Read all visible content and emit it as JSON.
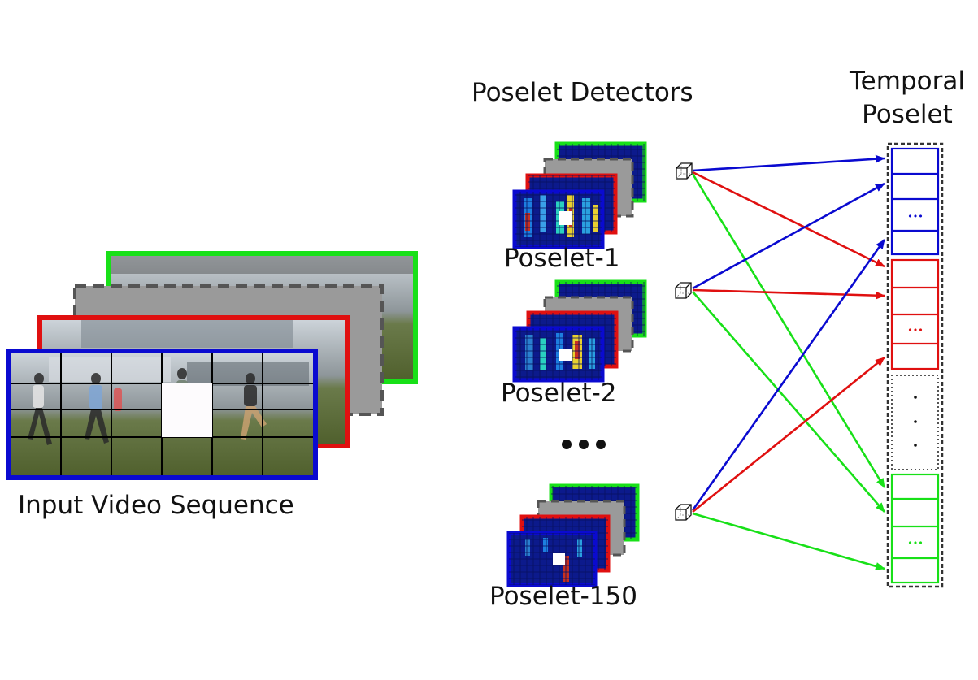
{
  "labels": {
    "input_video": "Input Video Sequence",
    "poselet_detectors": "Poselet Detectors",
    "temporal_line1": "Temporal",
    "temporal_line2": "Poselet",
    "poselet_1": "Poselet-1",
    "poselet_2": "Poselet-2",
    "poselet_150": "Poselet-150",
    "ellipsis": "•••",
    "segment_dots": "•••"
  },
  "colors": {
    "blue": "#0a0ad0",
    "red": "#e01010",
    "green": "#18e018",
    "gray_frame": "#9a9a9a",
    "dash": "#555555"
  },
  "icons": [
    "cube-icon"
  ]
}
